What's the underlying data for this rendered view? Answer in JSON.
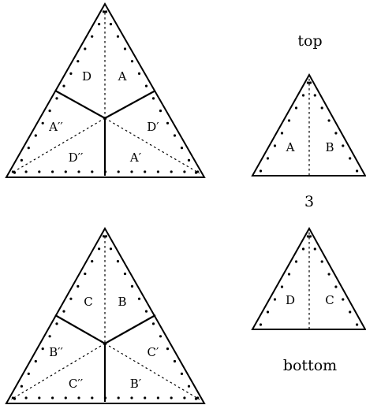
{
  "captions": {
    "top": "top",
    "middle": "3",
    "bottom": "bottom"
  },
  "big_triangle_top": {
    "labels": [
      "D",
      "A",
      "A′′",
      "D′",
      "D′′",
      "A′"
    ]
  },
  "big_triangle_bottom": {
    "labels": [
      "C",
      "B",
      "B′′",
      "C′",
      "C′′",
      "B′"
    ]
  },
  "small_triangle_top": {
    "labels": [
      "A",
      "B"
    ]
  },
  "small_triangle_bottom": {
    "labels": [
      "D",
      "C"
    ]
  }
}
